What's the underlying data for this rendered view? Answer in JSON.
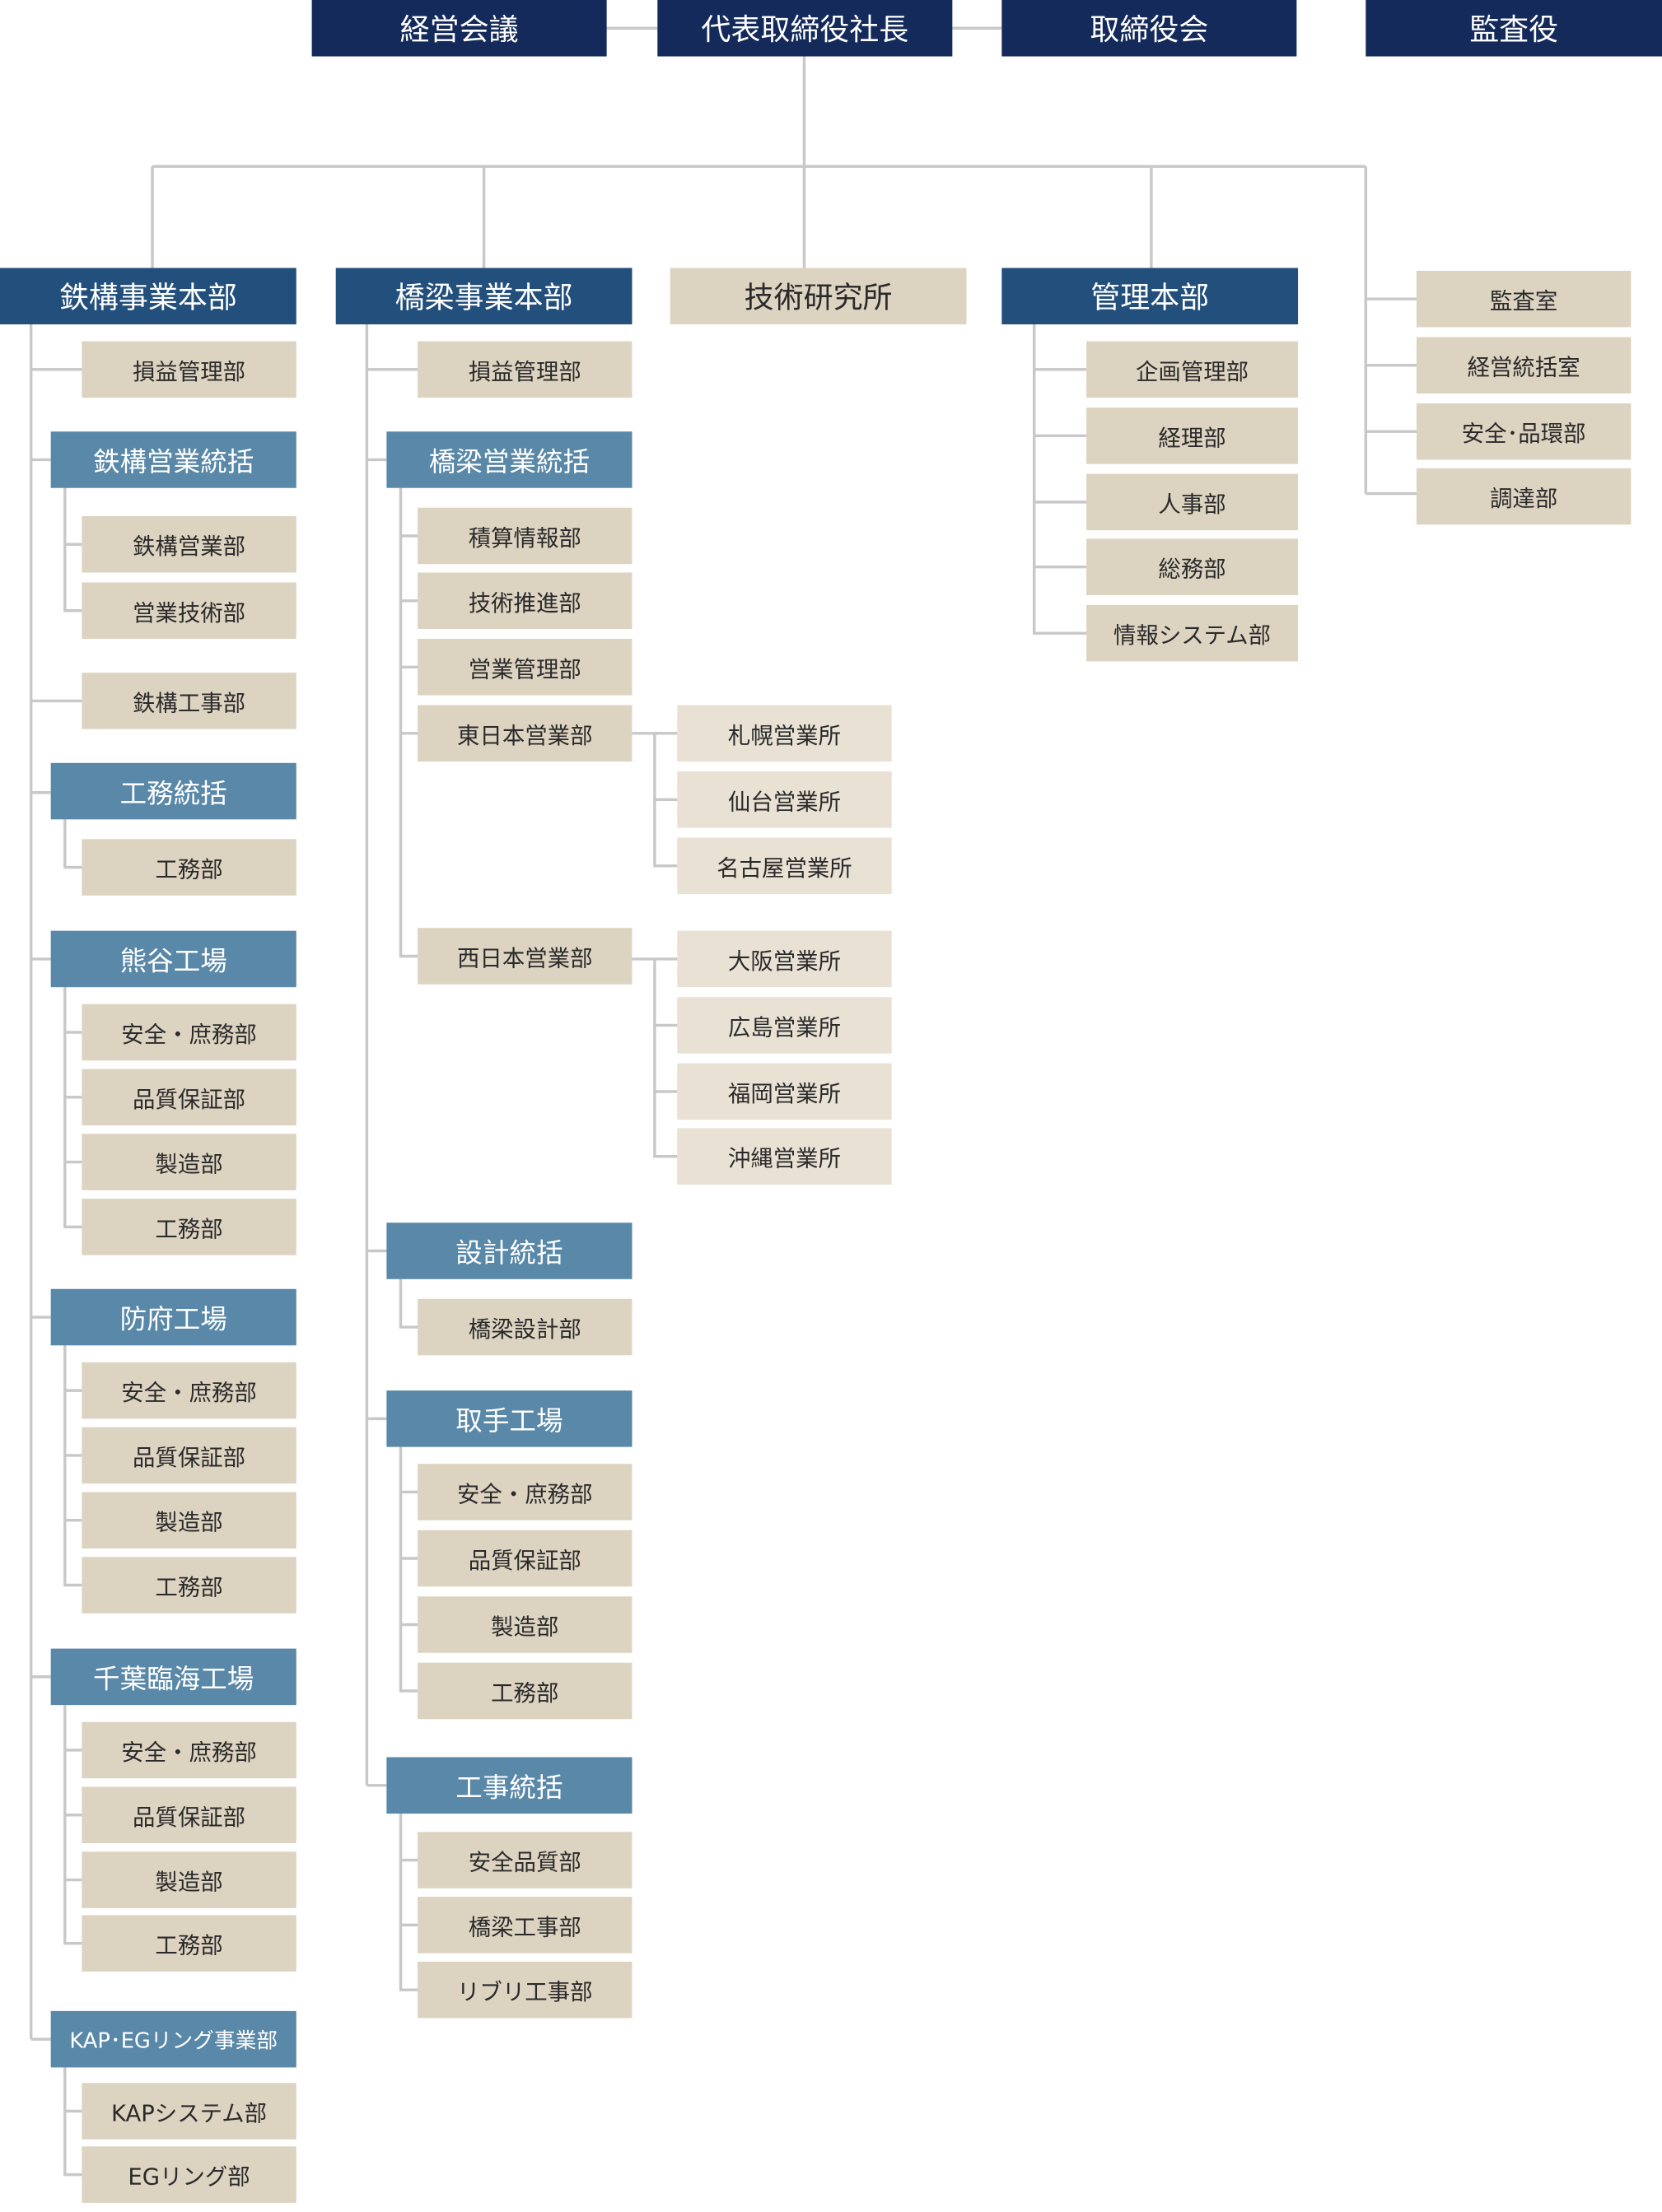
{
  "top": {
    "management_meeting": "経営会議",
    "president": "代表取締役社長",
    "board": "取締役会",
    "auditor": "監査役"
  },
  "steel": {
    "head": "鉄構事業本部",
    "profit": "損益管理部",
    "sales_group": {
      "label": "鉄構営業統括",
      "items": [
        "鉄構営業部",
        "営業技術部"
      ]
    },
    "construction": "鉄構工事部",
    "works_group": {
      "label": "工務統括",
      "items": [
        "工務部"
      ]
    },
    "kumagaya": {
      "label": "熊谷工場",
      "items": [
        "安全・庶務部",
        "品質保証部",
        "製造部",
        "工務部"
      ]
    },
    "hofu": {
      "label": "防府工場",
      "items": [
        "安全・庶務部",
        "品質保証部",
        "製造部",
        "工務部"
      ]
    },
    "chiba": {
      "label": "千葉臨海工場",
      "items": [
        "安全・庶務部",
        "品質保証部",
        "製造部",
        "工務部"
      ]
    },
    "kap": {
      "label": "KAP･EGリング事業部",
      "items": [
        "KAPシステム部",
        "EGリング部"
      ]
    }
  },
  "bridge": {
    "head": "橋梁事業本部",
    "profit": "損益管理部",
    "sales_group": {
      "label": "橋梁営業統括",
      "items": [
        "積算情報部",
        "技術推進部",
        "営業管理部",
        "東日本営業部",
        "西日本営業部"
      ]
    },
    "east_offices": [
      "札幌営業所",
      "仙台営業所",
      "名古屋営業所"
    ],
    "west_offices": [
      "大阪営業所",
      "広島営業所",
      "福岡営業所",
      "沖縄営業所"
    ],
    "design_group": {
      "label": "設計統括",
      "items": [
        "橋梁設計部"
      ]
    },
    "toride": {
      "label": "取手工場",
      "items": [
        "安全・庶務部",
        "品質保証部",
        "製造部",
        "工務部"
      ]
    },
    "construction_group": {
      "label": "工事統括",
      "items": [
        "安全品質部",
        "橋梁工事部",
        "リブリ工事部"
      ]
    }
  },
  "lab": {
    "head": "技術研究所"
  },
  "admin": {
    "head": "管理本部",
    "items": [
      "企画管理部",
      "経理部",
      "人事部",
      "総務部",
      "情報システム部"
    ]
  },
  "audit": {
    "items": [
      "監査室",
      "経営統括室",
      "安全･品環部",
      "調達部"
    ]
  },
  "colors": {
    "top": "#142a5a",
    "main": "#234f7c",
    "sub": "#5988a8",
    "dept": "#ddd3c1",
    "office": "#e8e1d4",
    "line": "#c8c8c8"
  }
}
